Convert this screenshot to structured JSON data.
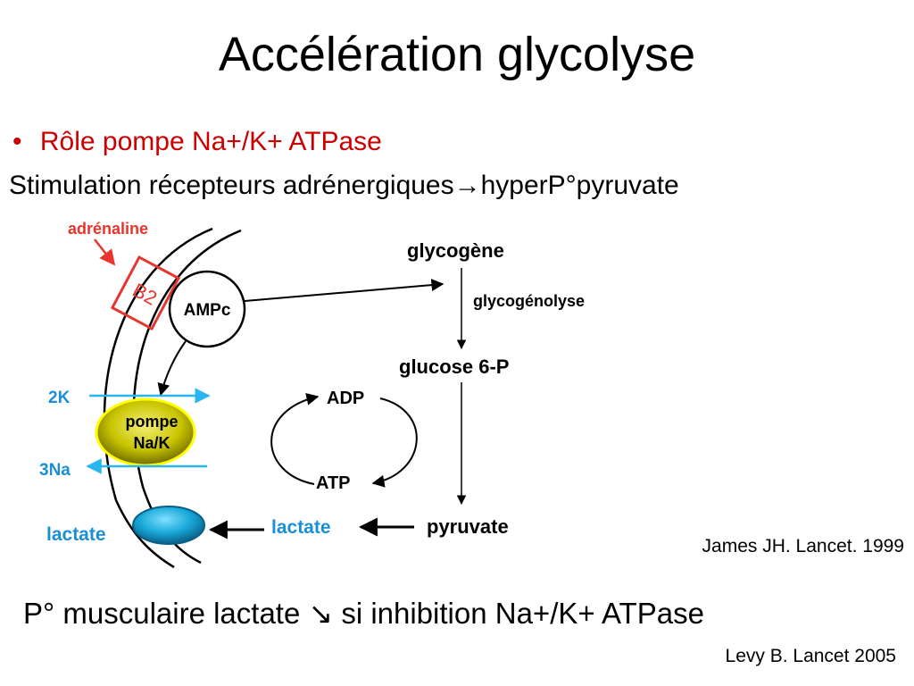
{
  "title": "Accélération glycolyse",
  "bullet": {
    "marker": "•",
    "text": "Rôle pompe Na+/K+ ATPase"
  },
  "subtitle": "Stimulation récepteurs adrénergiques→hyperP°pyruvate",
  "diagram": {
    "adrenaline": "adrénaline",
    "receptor": "B2",
    "ampc": "AMPc",
    "k_label": "2K",
    "na_label": "3Na",
    "pump_line1": "pompe",
    "pump_line2": "Na/K",
    "lactate_out": "lactate",
    "lactate_in": "lactate",
    "glycogen": "glycogène",
    "glycogenolysis": "glycogénolyse",
    "g6p": "glucose 6-P",
    "adp": "ADP",
    "atp": "ATP",
    "pyruvate": "pyruvate"
  },
  "reference1": "James JH. Lancet. 1999",
  "conclusion": "P° musculaire lactate ↘ si inhibition Na+/K+ ATPase",
  "reference2": "Levy B. Lancet 2005",
  "colors": {
    "red": "#e8352e",
    "cyan": "#29b6f0",
    "blue_text": "#1a8fd6",
    "pump_yellow": "#c8c400",
    "lactate_blob": "#18a8d8"
  }
}
